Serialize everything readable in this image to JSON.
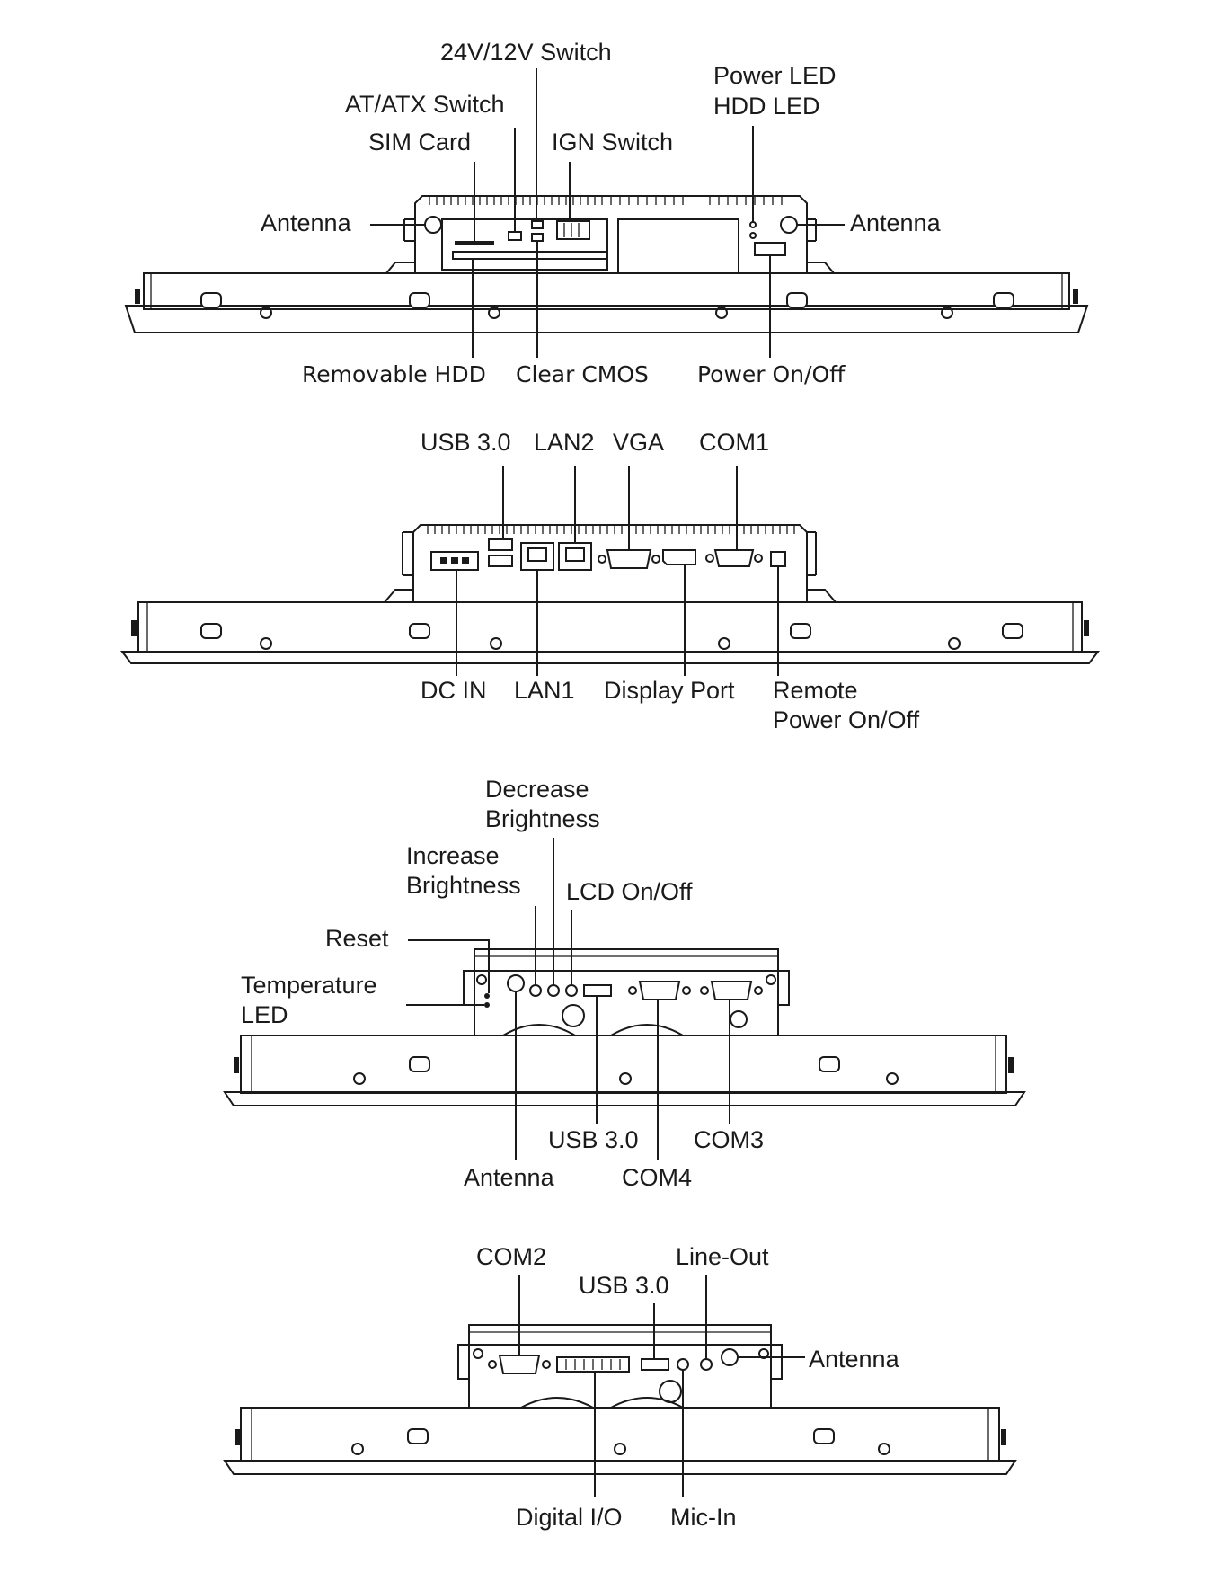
{
  "views": [
    {
      "labels": {
        "switch_24v12v": "24V/12V Switch",
        "at_atx_switch": "AT/ATX Switch",
        "sim_card": "SIM Card",
        "ign_switch": "IGN Switch",
        "power_led": "Power LED",
        "hdd_led": "HDD LED",
        "antenna_left": "Antenna",
        "antenna_right": "Antenna",
        "removable_hdd": "Removable HDD",
        "clear_cmos": "Clear CMOS",
        "power_on_off": "Power On/Off"
      }
    },
    {
      "labels": {
        "usb30": "USB 3.0",
        "lan2": "LAN2",
        "vga": "VGA",
        "com1": "COM1",
        "dc_in": "DC IN",
        "lan1": "LAN1",
        "display_port": "Display Port",
        "remote_power_1": "Remote",
        "remote_power_2": "Power On/Off"
      }
    },
    {
      "labels": {
        "decrease_1": "Decrease",
        "decrease_2": "Brightness",
        "increase_1": "Increase",
        "increase_2": "Brightness",
        "lcd_on_off": "LCD On/Off",
        "reset": "Reset",
        "temp_1": "Temperature",
        "temp_2": "LED",
        "usb30": "USB 3.0",
        "com3": "COM3",
        "antenna": "Antenna",
        "com4": "COM4"
      }
    },
    {
      "labels": {
        "com2": "COM2",
        "line_out": "Line-Out",
        "usb30": "USB 3.0",
        "antenna": "Antenna",
        "digital_io": "Digital I/O",
        "mic_in": "Mic-In"
      }
    }
  ]
}
